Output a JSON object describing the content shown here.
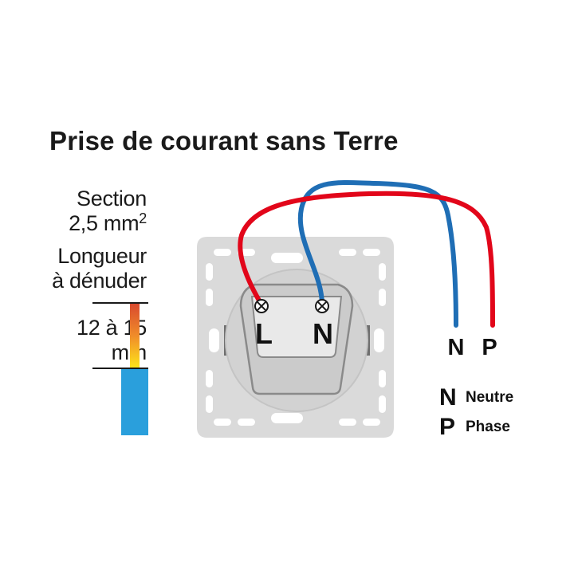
{
  "title": "Prise de courant sans Terre",
  "section": {
    "line1": "Section",
    "line2_value": "2,5 mm",
    "line2_sup": "2"
  },
  "strip": {
    "line1": "Longueur",
    "line2": "à dénuder",
    "length_line1": "12 à 15",
    "length_line2": "mm"
  },
  "terminals": {
    "left": "L",
    "right": "N"
  },
  "wire_ends": {
    "neutral": "N",
    "phase": "P"
  },
  "legend": [
    {
      "letter": "N",
      "word": "Neutre"
    },
    {
      "letter": "P",
      "word": "Phase"
    }
  ],
  "colors": {
    "phase_wire": "#e2061a",
    "neutral_wire": "#1f6eb5",
    "insulation": "#2a9fdc",
    "plate": "#dadada",
    "outline": "#8a8a8a"
  }
}
